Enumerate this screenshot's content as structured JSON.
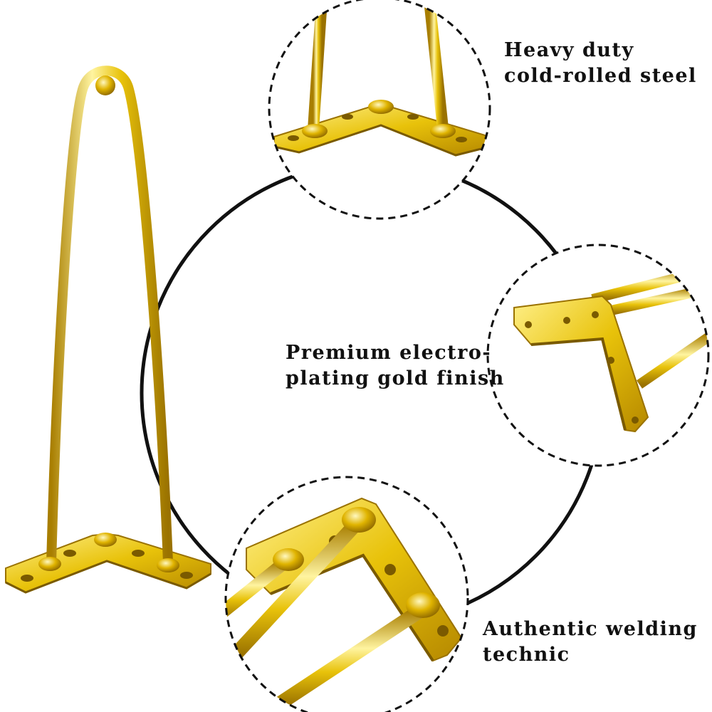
{
  "callouts": {
    "steel": {
      "line1": "Heavy duty",
      "line2": "cold-rolled steel"
    },
    "finish": {
      "line1": "Premium electro-",
      "line2": "plating gold finish"
    },
    "welding": {
      "line1": "Authentic welding",
      "line2": "technic"
    }
  },
  "colors": {
    "gold_light": "#fff4a0",
    "gold_mid": "#e8c20a",
    "gold_dark": "#a87e00",
    "outline": "#111111"
  },
  "icons": {
    "product": "hairpin-leg-3-rod",
    "zoom_top": "mount-plate-closeup",
    "zoom_right": "mount-plate-side",
    "zoom_bottom": "weld-closeup"
  }
}
